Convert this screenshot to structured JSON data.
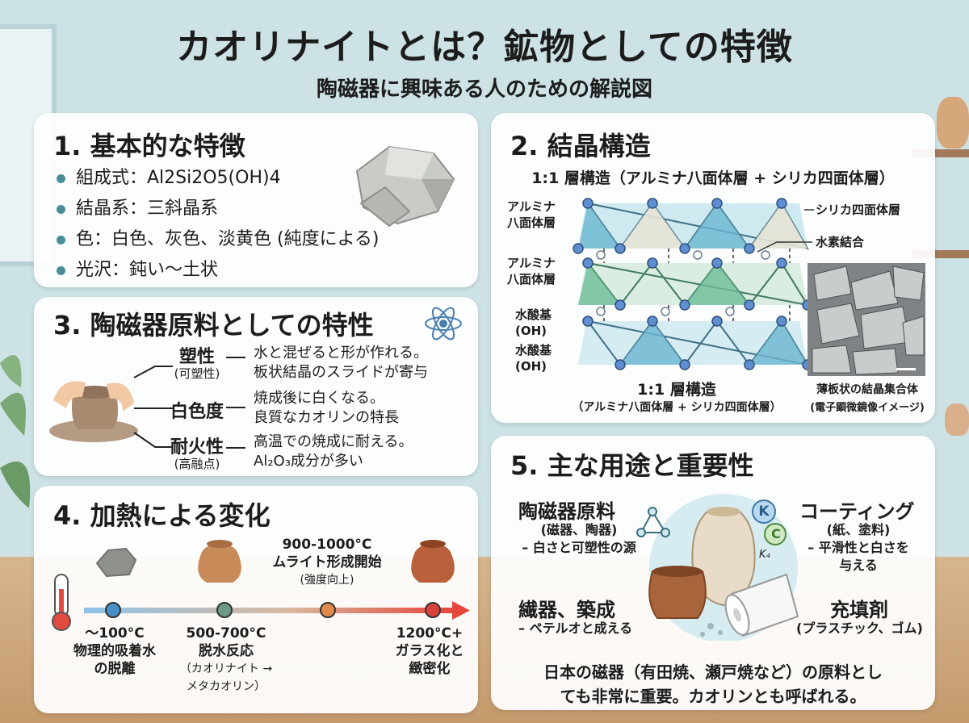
{
  "title": "カオリナイトとは？鉱物としての特徴",
  "subtitle": "陶磁器に興味ある人のための解説図",
  "section1": {
    "title": "1. 基本的な特徴",
    "items": [
      "組成式：Al2Si2O5(OH)4",
      "結晶系：三斜晶系",
      "色：白色、灰色、淡黄色 (純度による)",
      "光沢：鈍い〜土状"
    ]
  },
  "section2": {
    "title": "2. 結晶構造",
    "heading": "1:1 層構造（アルミナ八面体層 + シリカ四面体層）",
    "label_alumina_1": "アルミナ\n八面体層",
    "label_alumina_2": "アルミナ\n八面体層",
    "label_oh_1": "水酸基\n(OH)",
    "label_oh_2": "水酸基\n(OH)",
    "label_silica": "シリカ四面体層",
    "label_hbond": "水素結合",
    "caption_title": "1:1 層構造",
    "caption_sub": "（アルミナ八面体層 + シリカ四面体層）",
    "sem_caption_1": "薄板状の結晶集合体",
    "sem_caption_2": "(電子顕微鏡像イメージ)"
  },
  "section3": {
    "title": "3. 陶磁器原料としての特性",
    "properties": [
      {
        "name": "塑性",
        "sub": "(可塑性)",
        "desc": "水と混ぜると形が作れる。\n板状結晶のスライドが寄与"
      },
      {
        "name": "白色度",
        "sub": "",
        "desc": "焼成後に白くなる。\n良質なカオリンの特長"
      },
      {
        "name": "耐火性",
        "sub": "(高融点)",
        "desc": "高温での焼成に耐える。\nAl₂O₃成分が多い"
      }
    ]
  },
  "section4": {
    "title": "4. 加熱による変化",
    "stages": [
      {
        "temp": "〜100°C",
        "desc": "物理的吸着水\nの脱離",
        "note": "",
        "color": "#4a90c8"
      },
      {
        "temp": "500-700°C",
        "desc": "脱水反応",
        "note": "（カオリナイト →\nメタカオリン）",
        "color": "#6e9a86"
      },
      {
        "temp": "900-1000°C",
        "desc": "ムライト形成開始",
        "note": "(強度向上)",
        "color": "#e08a4c"
      },
      {
        "temp": "1200°C+",
        "desc": "ガラス化と\n緻密化",
        "note": "",
        "color": "#d9423a"
      }
    ]
  },
  "section5": {
    "title": "5. 主な用途と重要性",
    "uses": [
      {
        "title": "陶磁器原料",
        "sub": "(磁器、陶器)\n– 白さと可塑性の源"
      },
      {
        "title": "コーティング",
        "sub": "(紙、塗料)\n– 平滑性と白さを\n与える"
      },
      {
        "title": "繊器、築成",
        "sub": "– ペテルオと成える"
      },
      {
        "title": "充填剤",
        "sub": "(プラスチック、ゴム)"
      }
    ],
    "note": "日本の磁器（有田焼、瀬戸焼など）の原料とし\nても非常に重要。カオリンとも呼ばれる。",
    "icon_letters": [
      "K",
      "C",
      "K₄"
    ]
  },
  "colors": {
    "accent": "#4b8c9a",
    "octahedral": "#6dbb9a",
    "tetrahedral": "#6cb7cf",
    "arrow_start": "#8fc3e6",
    "arrow_end": "#e5463c"
  }
}
